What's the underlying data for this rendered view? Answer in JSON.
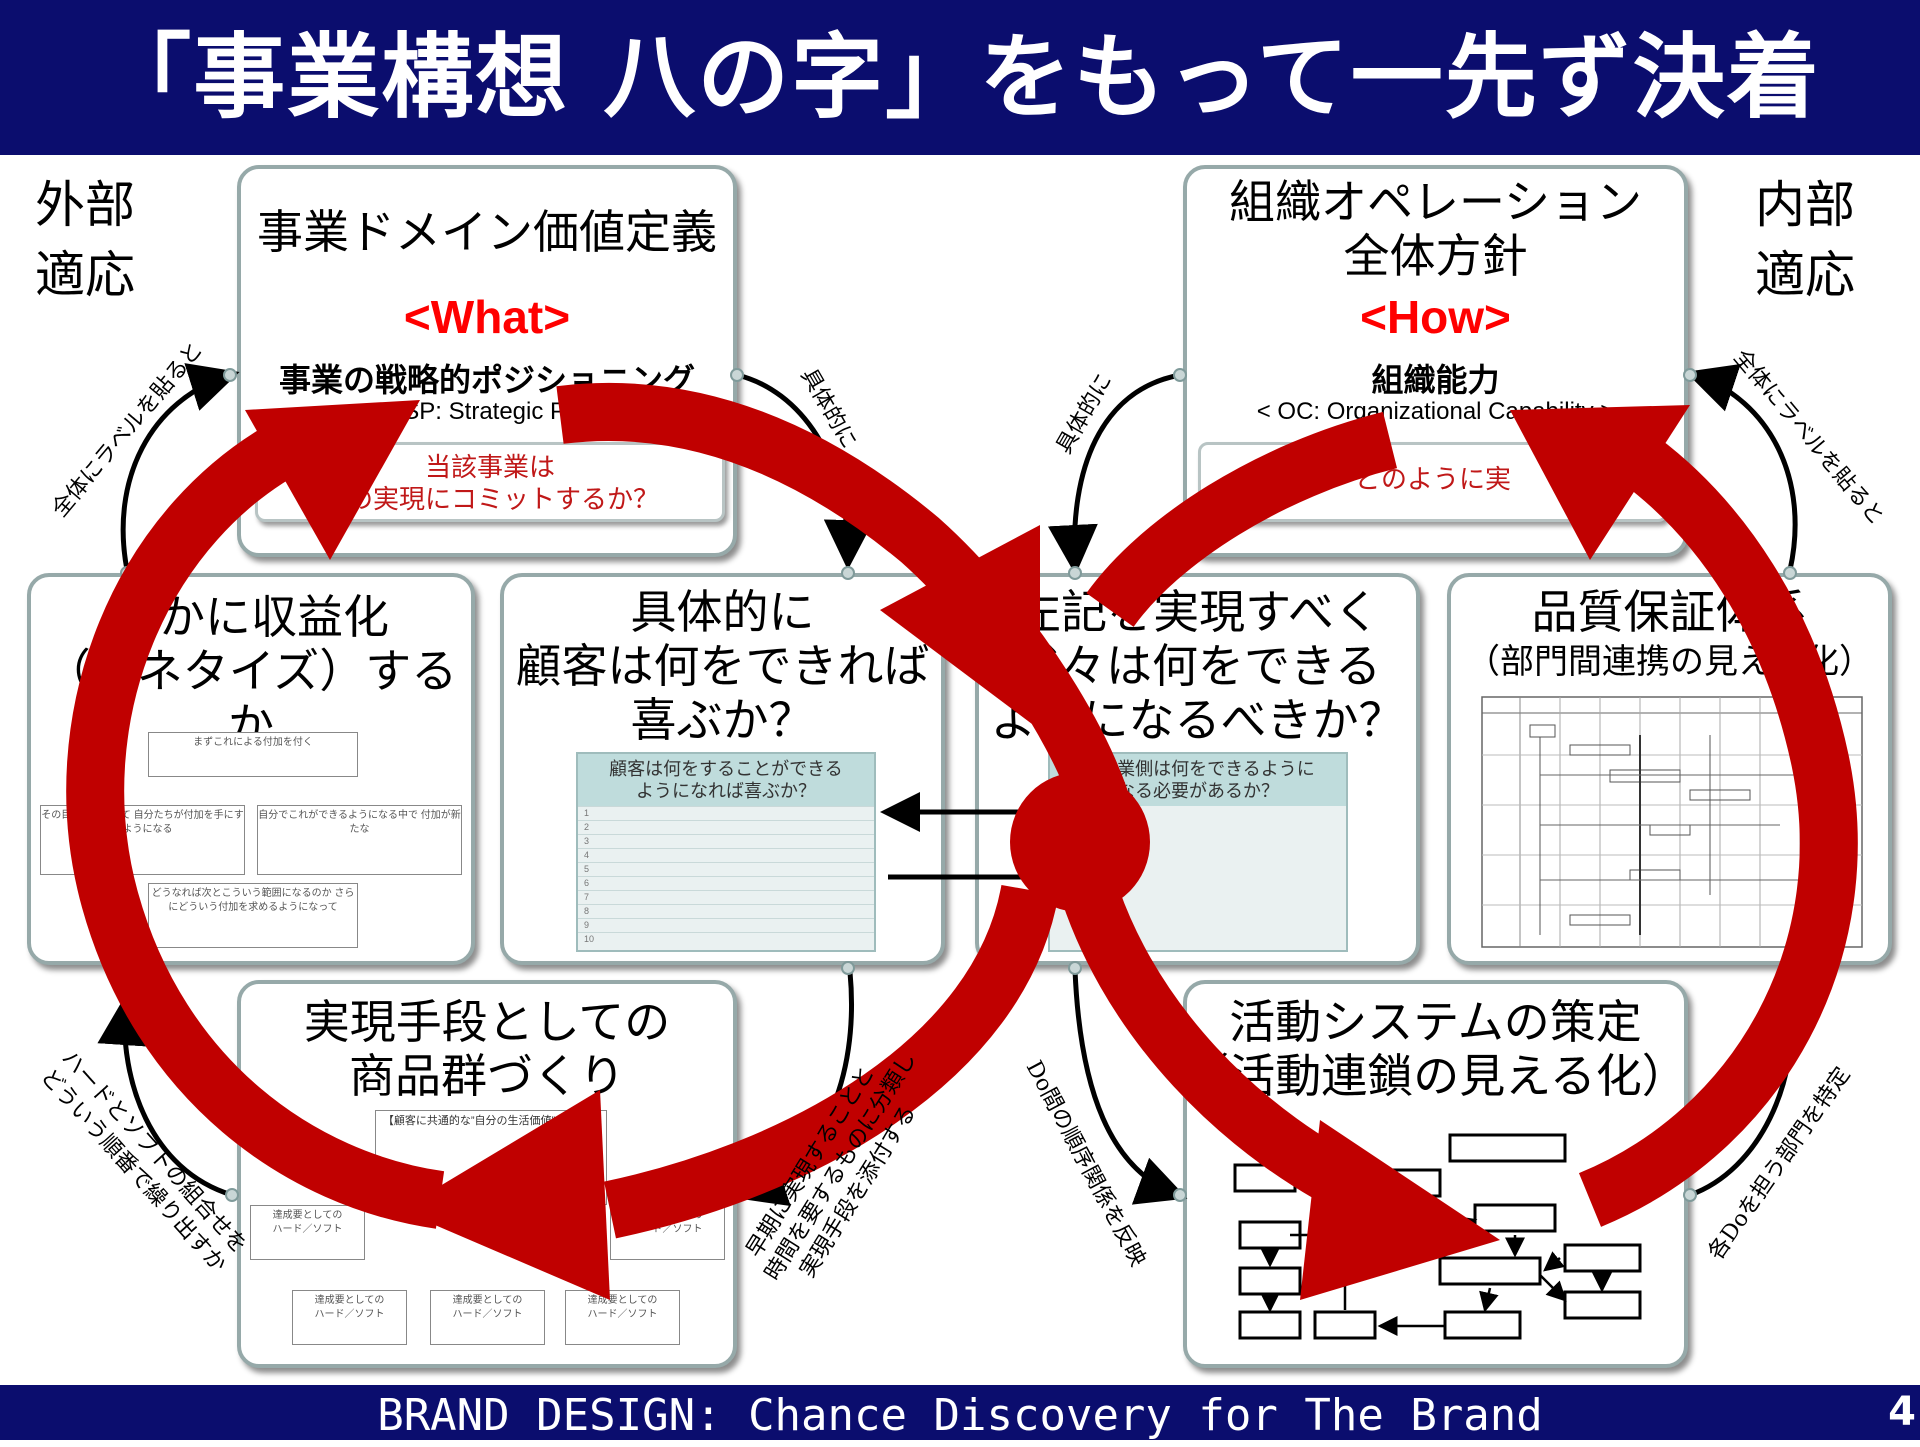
{
  "header": {
    "title": "「事業構想 八の字」をもって一先ず決着"
  },
  "footer": {
    "text": "BRAND DESIGN: Chance Discovery for The Brand",
    "page": "4"
  },
  "side_labels": {
    "left": [
      "外部",
      "適応"
    ],
    "right": [
      "内部",
      "適応"
    ]
  },
  "boxes": {
    "domain": {
      "title": "事業ドメイン価値定義",
      "tag": "<What>",
      "subtitle": "事業の戦略的ポジショニング",
      "code": "< SP: Strategic Pos",
      "callout": [
        "当該事業は",
        "何の実現にコミットするか？"
      ]
    },
    "org": {
      "title": [
        "組織オペレーション",
        "全体方針"
      ],
      "tag": "<How>",
      "subtitle": "組織能力",
      "code": "< OC: Organizational Capability >",
      "callout": "どのように実"
    },
    "monetize": {
      "title": [
        "いかに収益化",
        "（マネタイズ）するか"
      ],
      "flow": [
        "まずこれによる付加を付く",
        "その目線に直結して 自分たちが付加を手にするようになる",
        "自分でこれができるようになる中で 付加が新たな",
        "どうなれば次とこういう範囲になるのか さらにどういう付加を求めるようになって"
      ]
    },
    "customer": {
      "title": [
        "具体的に",
        "顧客は何をできれば",
        "喜ぶか？"
      ],
      "table_header": [
        "顧客は何をすることができる",
        "ようになれば喜ぶか？"
      ],
      "rows": [
        "1",
        "2",
        "3",
        "4",
        "5",
        "6",
        "7",
        "8",
        "9",
        "10"
      ]
    },
    "capability": {
      "title": [
        "左記を実現すべく",
        "我々は何をできる",
        "ようになるべきか？"
      ],
      "table_header": [
        "当事業側は何をできるように",
        "なる必要があるか？"
      ]
    },
    "quality": {
      "title": "品質保証体系",
      "subtitle": "（部門間連携の見える化）"
    },
    "product": {
      "title": [
        "実現手段としての",
        "商品群づくり"
      ],
      "inner_header": "【顧客に共通的な”自分の生活価値”一覧表】",
      "item_label": [
        "達成要としての",
        "ハード／ソフト"
      ]
    },
    "activity": {
      "title": [
        "活動システムの策定",
        "（活動連鎖の見える化）"
      ]
    }
  },
  "edge_labels": {
    "left_top": "全体にラベルを貼ると",
    "right_top": "全体にラベルを貼ると",
    "mid_top_left": "具体的に",
    "mid_top_right": "具体的に",
    "left_bottom": [
      "ハードとソフトの組合せを",
      "どういう順番で繰り出すか"
    ],
    "mid_bottom_left": [
      "早期に実現することと",
      "時間を要するものに分類し",
      "実現手段を添付する"
    ],
    "mid_bottom_right": "Do間の順序関係を反映",
    "right_bottom": "各Doを担う部門を特定"
  },
  "colors": {
    "header_bg": "#0b0d6e",
    "accent_red": "#c00000",
    "tag_red": "#ff0000",
    "box_border": "#96a9a9"
  }
}
